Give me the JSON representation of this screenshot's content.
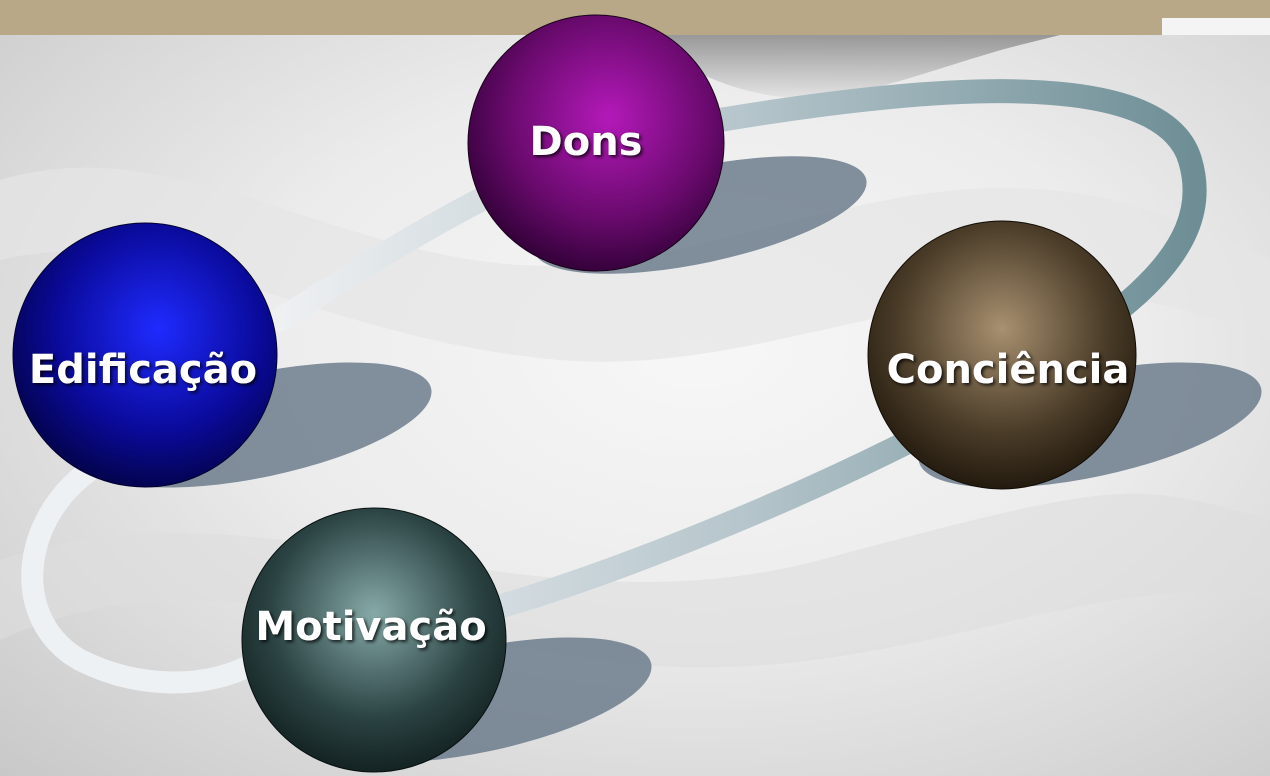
{
  "nodes": [
    {
      "id": "dons",
      "label": "Dons",
      "color": "#6a0a6e",
      "highlight": "#b419b9"
    },
    {
      "id": "edificacao",
      "label": "Edificação",
      "color": "#0a0a9a",
      "highlight": "#1f2bff"
    },
    {
      "id": "conciencia",
      "label": "Conciência",
      "color": "#4a3c28",
      "highlight": "#a89070"
    },
    {
      "id": "motivacao",
      "label": "Motivação",
      "color": "#2c4444",
      "highlight": "#86aaa8"
    }
  ]
}
